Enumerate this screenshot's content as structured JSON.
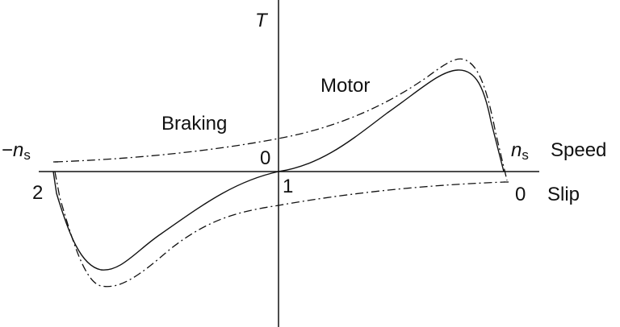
{
  "labels": {
    "torque_axis": "T",
    "motor": "Motor",
    "braking": "Braking",
    "origin_speed": "0",
    "neg_sync_prefix": "−",
    "sync_symbol": "n",
    "sync_subscript": "s",
    "speed": "Speed",
    "slip_two": "2",
    "slip_one": "1",
    "slip_zero": "0",
    "slip": "Slip"
  },
  "colors": {
    "line": "#111111",
    "background": "#ffffff"
  }
}
